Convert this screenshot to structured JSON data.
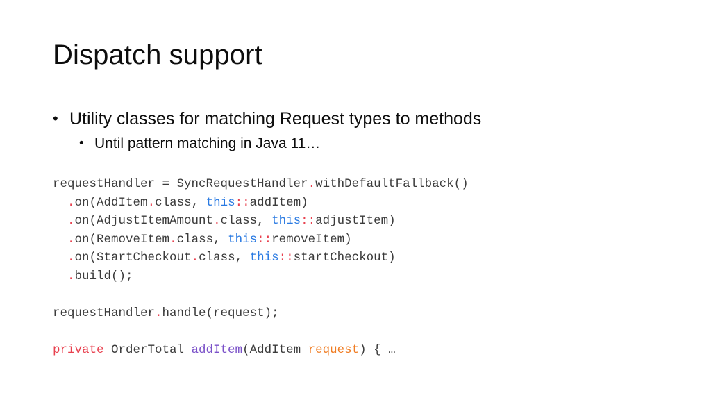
{
  "slide": {
    "title": "Dispatch support",
    "background_color": "#ffffff",
    "text_color": "#0d0d0d"
  },
  "bullets": [
    {
      "level": 1,
      "marker": "•",
      "text": "Utility classes for matching Request types to methods"
    },
    {
      "level": 2,
      "marker": "•",
      "text": "Until pattern matching in Java 11…"
    }
  ],
  "code": {
    "language": "java",
    "colors": {
      "plain": "#3b3b3b",
      "punctuation": "#e8414f",
      "keyword": "#2a7ae2",
      "modifier": "#e8414f",
      "method": "#7b52c9",
      "parameter": "#f07c22"
    },
    "lines": [
      {
        "id": "line-1",
        "text": "requestHandler = SyncRequestHandler.withDefaultFallback()",
        "tokens": [
          {
            "t": "requestHandler = SyncRequestHandler",
            "c": "plain"
          },
          {
            "t": ".",
            "c": "punct"
          },
          {
            "t": "withDefaultFallback()",
            "c": "plain"
          }
        ]
      },
      {
        "id": "line-2",
        "text": "  .on(AddItem.class, this::addItem)",
        "tokens": [
          {
            "t": "  ",
            "c": "plain"
          },
          {
            "t": ".",
            "c": "punct"
          },
          {
            "t": "on(AddItem",
            "c": "plain"
          },
          {
            "t": ".",
            "c": "punct"
          },
          {
            "t": "class, ",
            "c": "plain"
          },
          {
            "t": "this",
            "c": "kw"
          },
          {
            "t": "::",
            "c": "punct"
          },
          {
            "t": "addItem)",
            "c": "plain"
          }
        ]
      },
      {
        "id": "line-3",
        "text": "  .on(AdjustItemAmount.class, this::adjustItem)",
        "tokens": [
          {
            "t": "  ",
            "c": "plain"
          },
          {
            "t": ".",
            "c": "punct"
          },
          {
            "t": "on(AdjustItemAmount",
            "c": "plain"
          },
          {
            "t": ".",
            "c": "punct"
          },
          {
            "t": "class, ",
            "c": "plain"
          },
          {
            "t": "this",
            "c": "kw"
          },
          {
            "t": "::",
            "c": "punct"
          },
          {
            "t": "adjustItem)",
            "c": "plain"
          }
        ]
      },
      {
        "id": "line-4",
        "text": "  .on(RemoveItem.class, this::removeItem)",
        "tokens": [
          {
            "t": "  ",
            "c": "plain"
          },
          {
            "t": ".",
            "c": "punct"
          },
          {
            "t": "on(RemoveItem",
            "c": "plain"
          },
          {
            "t": ".",
            "c": "punct"
          },
          {
            "t": "class, ",
            "c": "plain"
          },
          {
            "t": "this",
            "c": "kw"
          },
          {
            "t": "::",
            "c": "punct"
          },
          {
            "t": "removeItem)",
            "c": "plain"
          }
        ]
      },
      {
        "id": "line-5",
        "text": "  .on(StartCheckout.class, this::startCheckout)",
        "tokens": [
          {
            "t": "  ",
            "c": "plain"
          },
          {
            "t": ".",
            "c": "punct"
          },
          {
            "t": "on(StartCheckout",
            "c": "plain"
          },
          {
            "t": ".",
            "c": "punct"
          },
          {
            "t": "class, ",
            "c": "plain"
          },
          {
            "t": "this",
            "c": "kw"
          },
          {
            "t": "::",
            "c": "punct"
          },
          {
            "t": "startCheckout)",
            "c": "plain"
          }
        ]
      },
      {
        "id": "line-6",
        "text": "  .build();",
        "tokens": [
          {
            "t": "  ",
            "c": "plain"
          },
          {
            "t": ".",
            "c": "punct"
          },
          {
            "t": "build();",
            "c": "plain"
          }
        ]
      },
      {
        "id": "line-7",
        "text": "",
        "tokens": []
      },
      {
        "id": "line-8",
        "text": "requestHandler.handle(request);",
        "tokens": [
          {
            "t": "requestHandler",
            "c": "plain"
          },
          {
            "t": ".",
            "c": "punct"
          },
          {
            "t": "handle(request);",
            "c": "plain"
          }
        ]
      },
      {
        "id": "line-9",
        "text": "",
        "tokens": []
      },
      {
        "id": "line-10",
        "text": "private OrderTotal addItem(AddItem request) { …",
        "tokens": [
          {
            "t": "private",
            "c": "mod"
          },
          {
            "t": " OrderTotal ",
            "c": "plain"
          },
          {
            "t": "addItem",
            "c": "method"
          },
          {
            "t": "(AddItem ",
            "c": "plain"
          },
          {
            "t": "request",
            "c": "param"
          },
          {
            "t": ") { …",
            "c": "plain"
          }
        ]
      }
    ]
  }
}
